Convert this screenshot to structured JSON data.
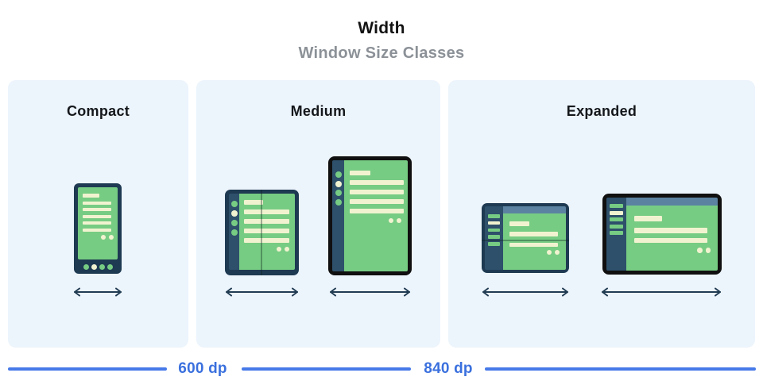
{
  "header": {
    "title": "Width",
    "subtitle": "Window Size Classes"
  },
  "panels": [
    {
      "label": "Compact",
      "devices": [
        "phone-portrait"
      ]
    },
    {
      "label": "Medium",
      "devices": [
        "foldable-open",
        "tablet-portrait"
      ]
    },
    {
      "label": "Expanded",
      "devices": [
        "foldable-landscape-open",
        "tablet-landscape"
      ]
    }
  ],
  "breakpoints": {
    "first": "600 dp",
    "second": "840 dp"
  },
  "icons": {
    "width_arrow": "double-headed-horizontal-arrow"
  },
  "colors": {
    "panel_bg": "#ecf4fc",
    "frame_navy": "#1e3a52",
    "frame_black": "#101010",
    "rail_navy": "#2e506b",
    "screen_green": "#77cc83",
    "line_cream": "#f1f3d0",
    "topbar_slate": "#5b82a1",
    "arrow_navy": "#223c52",
    "rule_blue": "#4679e8",
    "dp_blue": "#3a70de",
    "subtitle_gray": "#8b9197",
    "label_black": "#15181b"
  }
}
